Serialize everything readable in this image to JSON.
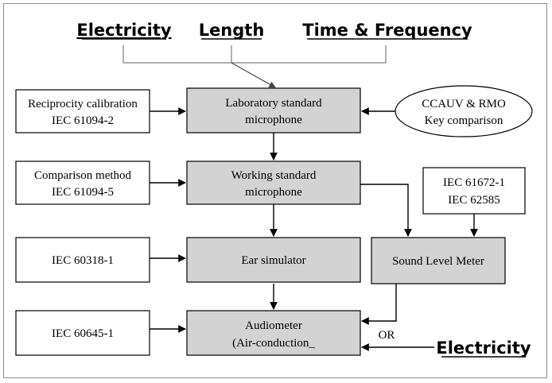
{
  "top_sources": {
    "electricity": "Electricity",
    "length": "Length",
    "time_frequency": "Time & Frequency"
  },
  "left_standards": {
    "reciprocity": [
      "Reciprocity calibration",
      "IEC 61094-2"
    ],
    "comparison": [
      "Comparison method",
      "IEC 61094-5"
    ],
    "iec60318": "IEC 60318-1",
    "iec60645": "IEC 60645-1"
  },
  "main_chain": {
    "lab_standard": [
      "Laboratory standard",
      "microphone"
    ],
    "working_standard": [
      "Working standard",
      "microphone"
    ],
    "ear_simulator": "Ear simulator",
    "audiometer": [
      "Audiometer",
      "(Air-conduction_"
    ]
  },
  "right_side": {
    "key_comparison": [
      "CCAUV & RMO",
      "Key comparison"
    ],
    "slm_standards": [
      "IEC 61672-1",
      "IEC 62585"
    ],
    "sound_level_meter": "Sound Level Meter",
    "or_label": "OR",
    "electricity_bottom": "Electricity"
  },
  "colors": {
    "gray_fill": "#d3d3d3",
    "white_fill": "#ffffff",
    "line": "#000000",
    "top_connector": "#7f7f7f"
  }
}
